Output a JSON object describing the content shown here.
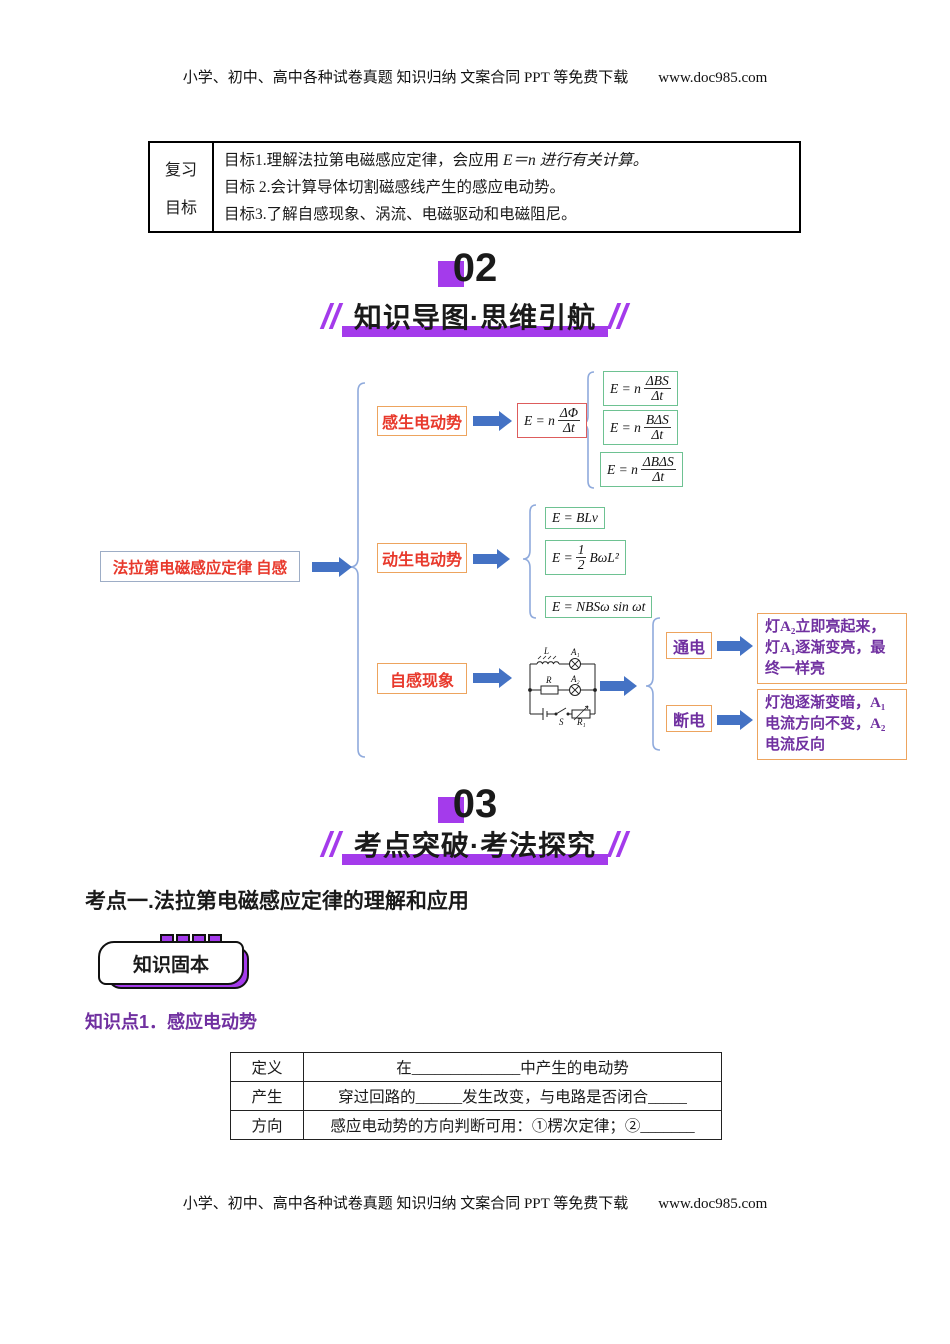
{
  "header": {
    "text": "小学、初中、高中各种试卷真题 知识归纳 文案合同 PPT 等免费下载",
    "url": "www.doc985.com"
  },
  "footer": {
    "text": "小学、初中、高中各种试卷真题 知识归纳 文案合同 PPT 等免费下载",
    "url": "www.doc985.com"
  },
  "goals": {
    "label_line1": "复习",
    "label_line2": "目标",
    "items": [
      {
        "text": "目标1.理解法拉第电磁感应定律，会应用 ",
        "math": "E＝n 进行有关计算。"
      },
      {
        "text": "目标 2.会计算导体切割磁感线产生的感应电动势。",
        "math": ""
      },
      {
        "text": "目标3.了解自感现象、涡流、电磁驱动和电磁阻尼。",
        "math": ""
      }
    ]
  },
  "section02": {
    "number": "02",
    "title": "知识导图·思维引航"
  },
  "section03": {
    "number": "03",
    "title": "考点突破·考法探究"
  },
  "mindmap": {
    "root_label": "法拉第电磁感应定律 自感",
    "branch1": {
      "label": "感生电动势",
      "main_formula": {
        "pre": "E = n",
        "num": "ΔΦ",
        "den": "Δt"
      },
      "formulas": [
        {
          "pre": "E = n",
          "num": "ΔBS",
          "den": "Δt"
        },
        {
          "pre": "E = n",
          "num": "BΔS",
          "den": "Δt"
        },
        {
          "pre": "E = n",
          "num": "ΔBΔS",
          "den": "Δt"
        }
      ]
    },
    "branch2": {
      "label": "动生电动势",
      "formulas": [
        {
          "text": "E = BLv"
        },
        {
          "pre": "E =",
          "num": "1",
          "den": "2",
          "post": "BωL²"
        },
        {
          "text": "E = NBSω sin ωt"
        }
      ]
    },
    "branch3": {
      "label": "自感现象",
      "circuit": {
        "inductor": "L",
        "lamp1": "A₁",
        "resistor": "R",
        "lamp2": "A₂",
        "switch": "S",
        "rheostat": "R₁"
      },
      "cases": [
        {
          "label": "通电",
          "result": "灯A₂立即亮起来，灯A₁逐渐变亮，最终一样亮"
        },
        {
          "label": "断电",
          "result": "灯泡逐渐变暗，A₁电流方向不变，A₂电流反向"
        }
      ]
    }
  },
  "topic": {
    "heading": "考点一.法拉第电磁感应定律的理解和应用",
    "badge_label": "知识固本",
    "knowledge_point": "知识点1．感应电动势"
  },
  "def_table": {
    "rows": [
      {
        "label": "定义",
        "content": "在______________中产生的电动势"
      },
      {
        "label": "产生",
        "content": "穿过回路的______发生改变，与电路是否闭合_____"
      },
      {
        "label": "方向",
        "content": "感应电动势的方向判断可用：①楞次定律；②_______"
      }
    ]
  }
}
